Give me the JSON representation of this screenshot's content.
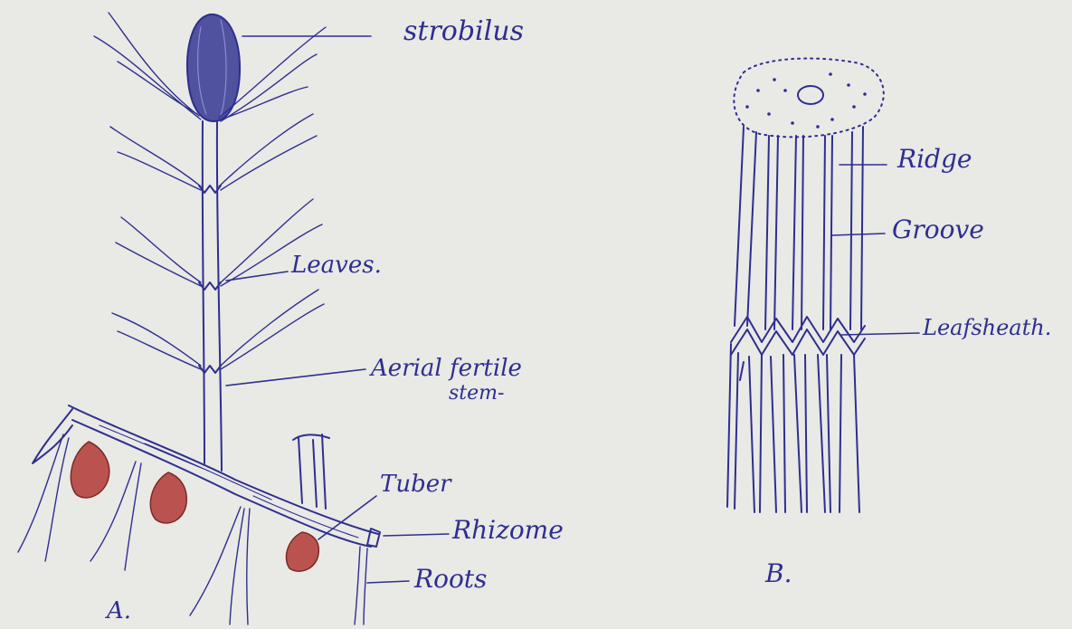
{
  "figure_a": {
    "panel_label": "A.",
    "labels": {
      "strobilus": "strobilus",
      "leaves": "Leaves.",
      "stem_line1": "Aerial fertile",
      "stem_line2": "stem-",
      "tuber": "Tuber",
      "rhizome": "Rhizome",
      "roots": "Roots"
    }
  },
  "figure_b": {
    "panel_label": "B.",
    "labels": {
      "ridge": "Ridge",
      "groove": "Groove",
      "leafsheath": "Leafsheath."
    }
  },
  "colors": {
    "paper": "#e9e9e6",
    "ink": "#2e2f8f",
    "tuber": "#b5433e"
  }
}
